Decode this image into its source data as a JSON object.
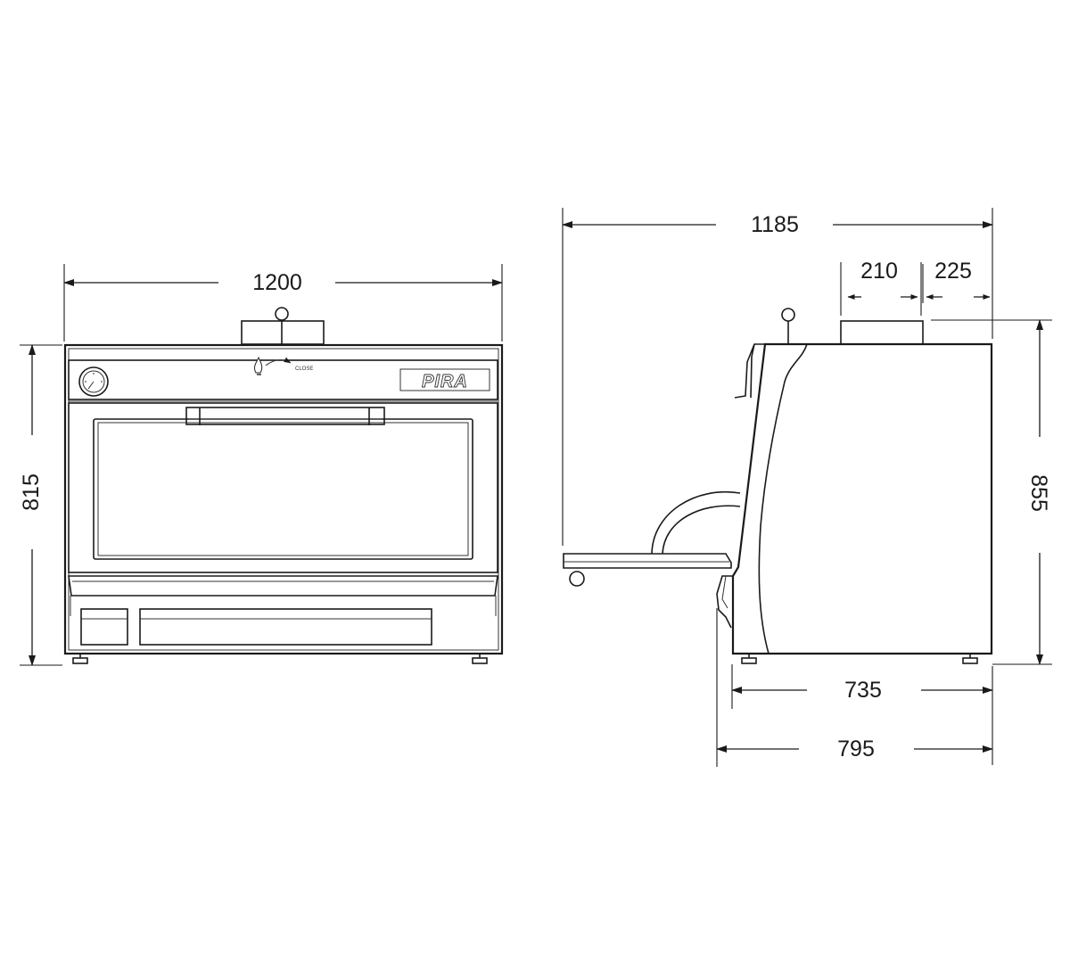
{
  "front_view": {
    "width_dim": "1200",
    "height_dim": "815",
    "brand_logo": "PIRA",
    "control_label": "CLOSE"
  },
  "side_view": {
    "overall_length_dim": "1185",
    "chimney_width_dim": "210",
    "chimney_offset_dim": "225",
    "height_dim": "855",
    "body_depth_dim": "735",
    "total_depth_dim": "795"
  },
  "colors": {
    "line": "#1a1a1a",
    "background": "#ffffff"
  }
}
